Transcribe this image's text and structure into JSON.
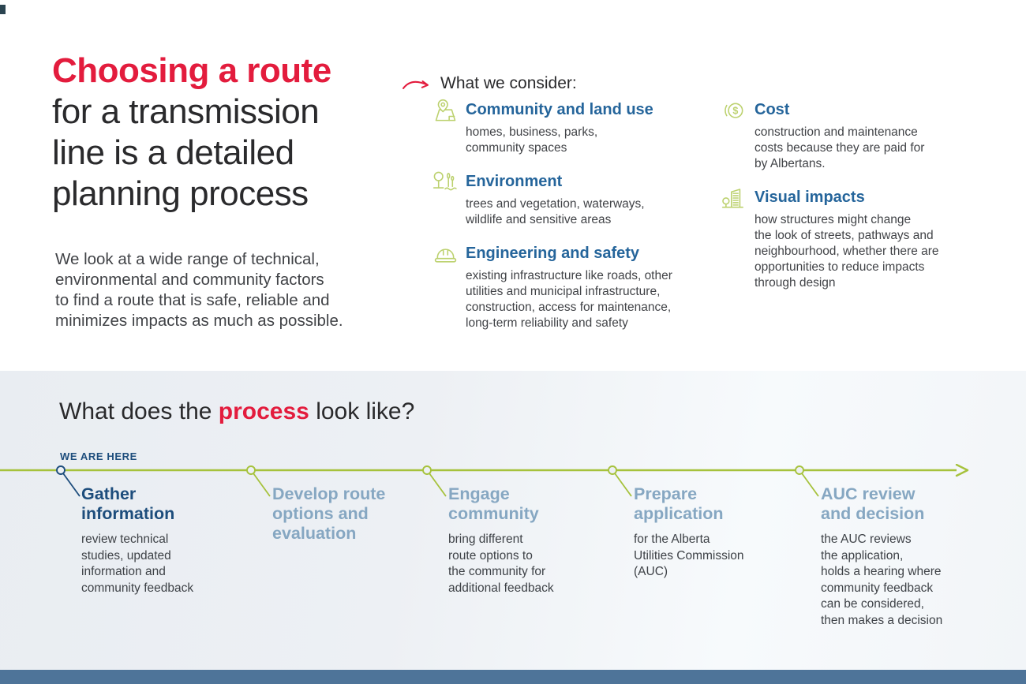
{
  "colors": {
    "accent_red": "#e31c3d",
    "heading_dark": "#2a2a2c",
    "body_text": "#414347",
    "topic_blue": "#25659b",
    "current_stage_blue": "#1d4d7c",
    "future_stage_blue": "#86a7c2",
    "icon_green": "#bcd16e",
    "timeline_green": "#a6c23c",
    "footer_bar_blue": "#4e7499"
  },
  "hero": {
    "title_highlight": "Choosing a route",
    "title_rest": "for a transmission\nline is a detailed\nplanning process",
    "paragraph": "We look at a wide range of technical,\nenvironmental and community factors\nto find a route that is safe, reliable and\nminimizes impacts as much as possible."
  },
  "consider": {
    "heading": "What we consider:",
    "items": [
      {
        "icon": "map-pin-icon",
        "title": "Community and land use",
        "description": "homes, business, parks,\ncommunity spaces"
      },
      {
        "icon": "tree-water-icon",
        "title": "Environment",
        "description": "trees and vegetation, waterways,\nwildlife and sensitive areas"
      },
      {
        "icon": "hard-hat-icon",
        "title": "Engineering and safety",
        "description": "existing infrastructure like roads, other\nutilities and municipal infrastructure,\nconstruction, access for maintenance,\nlong-term reliability and safety"
      },
      {
        "icon": "dollar-coin-icon",
        "title": "Cost",
        "description": "construction and maintenance\ncosts because they are paid for\nby Albertans."
      },
      {
        "icon": "building-tree-icon",
        "title": "Visual impacts",
        "description": "how structures might change\nthe look of streets, pathways and\nneighbourhood, whether there are\nopportunities to reduce impacts\nthrough design"
      }
    ]
  },
  "process": {
    "heading_prefix": "What does the ",
    "heading_highlight": "process",
    "heading_suffix": " look like?",
    "marker_label": "WE ARE HERE",
    "stages": [
      {
        "title": "Gather\ninformation",
        "description": "review technical\nstudies, updated\ninformation and\ncommunity feedback",
        "current": true
      },
      {
        "title": "Develop route\noptions and\nevaluation",
        "description": "",
        "current": false
      },
      {
        "title": "Engage\ncommunity",
        "description": "bring different\nroute options to\nthe community for\nadditional feedback",
        "current": false
      },
      {
        "title": "Prepare\napplication",
        "description": "for the Alberta\nUtilities Commission\n(AUC)",
        "current": false
      },
      {
        "title": "AUC review\nand decision",
        "description": "the AUC reviews\nthe application,\nholds a hearing where\ncommunity feedback\ncan be considered,\nthen makes a decision",
        "current": false
      }
    ]
  }
}
